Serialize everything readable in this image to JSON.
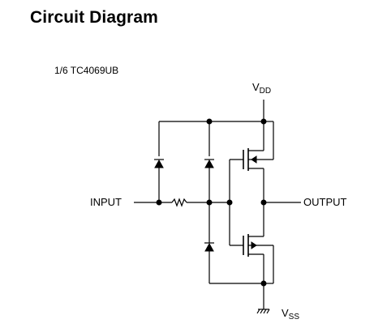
{
  "title": "Circuit Diagram",
  "device_label": "1/6 TC4069UB",
  "labels": {
    "vdd_main": "V",
    "vdd_sub": "DD",
    "vss_main": "V",
    "vss_sub": "SS",
    "input": "INPUT",
    "output": "OUTPUT"
  }
}
